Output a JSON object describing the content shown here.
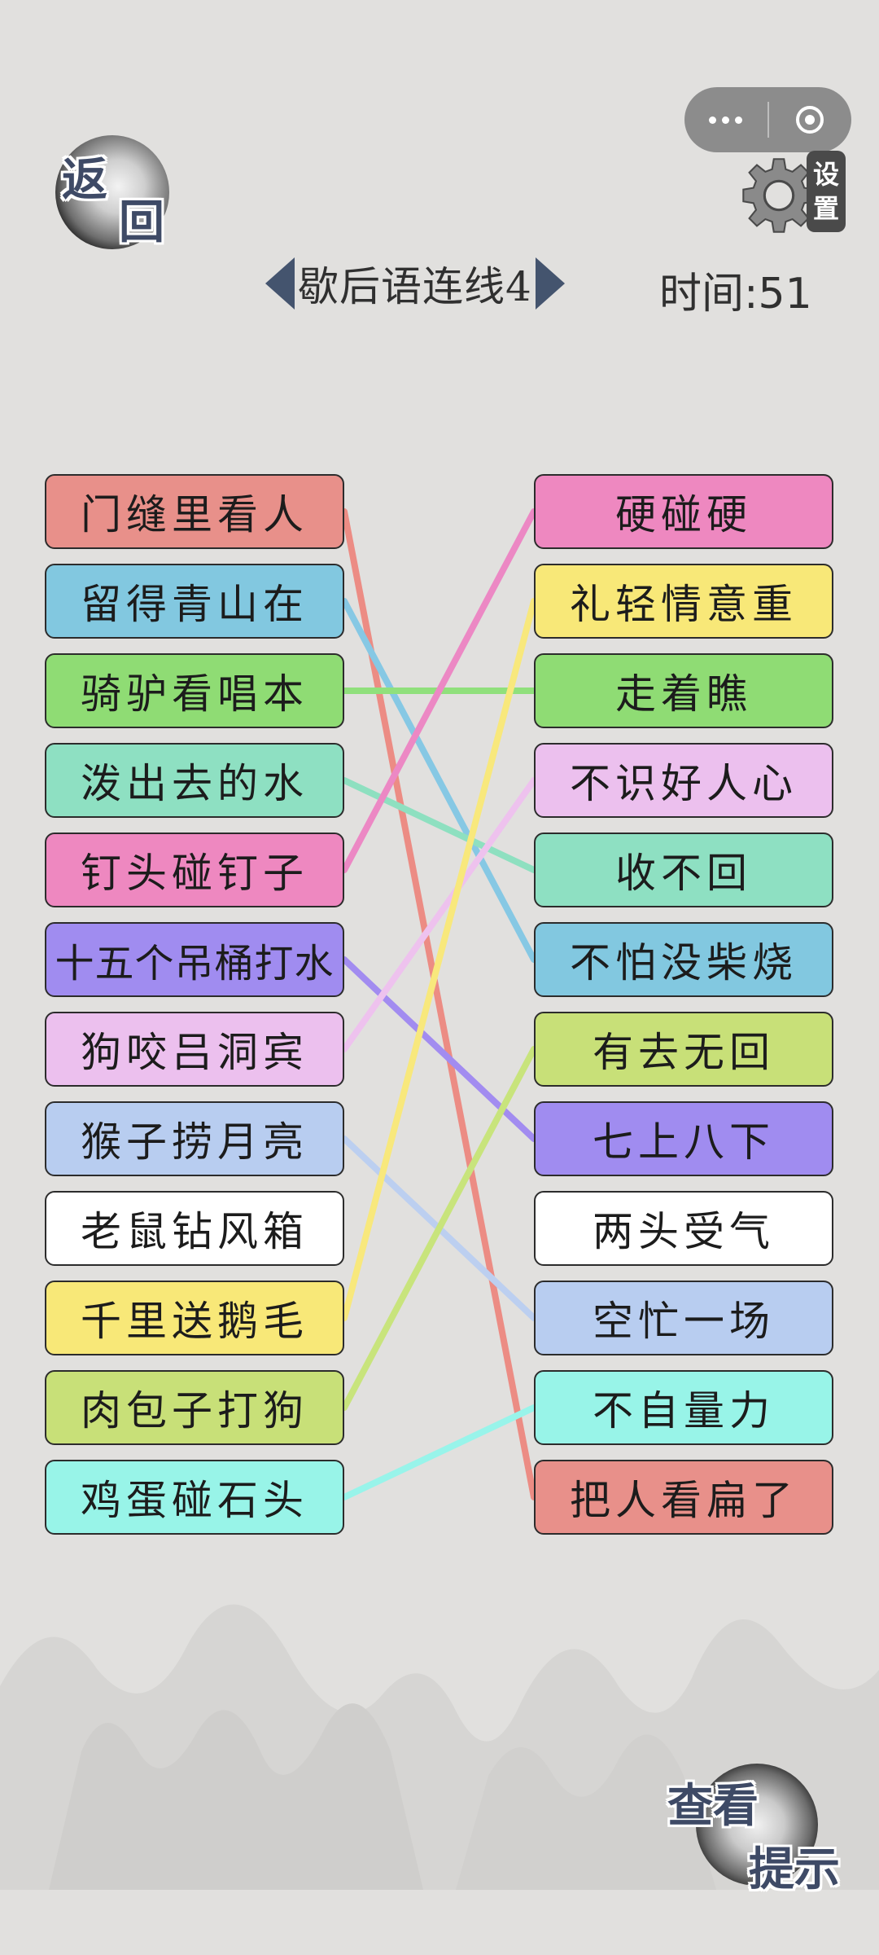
{
  "header": {
    "back_chars": [
      "返",
      "回"
    ],
    "settings_chars": [
      "设",
      "置"
    ],
    "title": "歇后语连线4",
    "timer": "时间:51",
    "hint_chars": [
      "查看",
      "提示"
    ]
  },
  "left_items": [
    {
      "label": "门缝里看人",
      "color": "#e8908a"
    },
    {
      "label": "留得青山在",
      "color": "#82c8e0"
    },
    {
      "label": "骑驴看唱本",
      "color": "#8fdc74"
    },
    {
      "label": "泼出去的水",
      "color": "#8ee0c2"
    },
    {
      "label": "钉头碰钉子",
      "color": "#ee88c0"
    },
    {
      "label": "十五个吊桶打水",
      "color": "#a08cf0"
    },
    {
      "label": "狗咬吕洞宾",
      "color": "#ecc0ee"
    },
    {
      "label": "猴子捞月亮",
      "color": "#b8cdf0"
    },
    {
      "label": "老鼠钻风箱",
      "color": "#ffffff"
    },
    {
      "label": "千里送鹅毛",
      "color": "#f8e878"
    },
    {
      "label": "肉包子打狗",
      "color": "#c8e078"
    },
    {
      "label": "鸡蛋碰石头",
      "color": "#98f4e8"
    }
  ],
  "right_items": [
    {
      "label": "硬碰硬",
      "color": "#ee88c0"
    },
    {
      "label": "礼轻情意重",
      "color": "#f8e878"
    },
    {
      "label": "走着瞧",
      "color": "#8fdc74"
    },
    {
      "label": "不识好人心",
      "color": "#ecc0ee"
    },
    {
      "label": "收不回",
      "color": "#8ee0c2"
    },
    {
      "label": "不怕没柴烧",
      "color": "#82c8e0"
    },
    {
      "label": "有去无回",
      "color": "#c8e078"
    },
    {
      "label": "七上八下",
      "color": "#a08cf0"
    },
    {
      "label": "两头受气",
      "color": "#ffffff"
    },
    {
      "label": "空忙一场",
      "color": "#b8cdf0"
    },
    {
      "label": "不自量力",
      "color": "#98f4e8"
    },
    {
      "label": "把人看扁了",
      "color": "#e8908a"
    }
  ],
  "connections": [
    {
      "from": 0,
      "to": 11,
      "color": "#ec8c84"
    },
    {
      "from": 1,
      "to": 5,
      "color": "#86c8e4"
    },
    {
      "from": 2,
      "to": 2,
      "color": "#90e07c"
    },
    {
      "from": 3,
      "to": 4,
      "color": "#8ee0c0"
    },
    {
      "from": 4,
      "to": 0,
      "color": "#ec88c4"
    },
    {
      "from": 5,
      "to": 7,
      "color": "#a28cf0"
    },
    {
      "from": 6,
      "to": 3,
      "color": "#eec2ee"
    },
    {
      "from": 7,
      "to": 9,
      "color": "#bccff0"
    },
    {
      "from": 9,
      "to": 1,
      "color": "#f8e87c"
    },
    {
      "from": 10,
      "to": 6,
      "color": "#c8e47c"
    },
    {
      "from": 11,
      "to": 10,
      "color": "#98f4ea"
    }
  ]
}
